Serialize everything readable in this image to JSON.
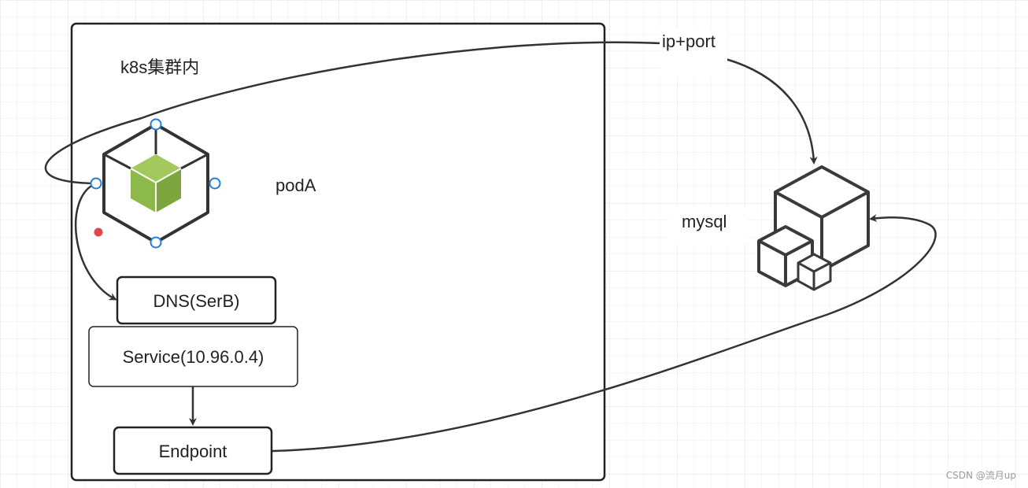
{
  "diagram": {
    "cluster_label": "k8s集群内",
    "pod_label": "podA",
    "dns_label": "DNS(SerB)",
    "service_label": "Service(10.96.0.4)",
    "endpoint_label": "Endpoint",
    "db_label": "mysql",
    "edge_label": "ip+port",
    "watermark": "CSDN @流月up",
    "colors": {
      "cube_green": "#8db84a",
      "selection_handle": "#1f7fd6",
      "marker_red": "#e04848",
      "stroke": "#333333",
      "grid": "#e6e6e6"
    },
    "icons": {
      "pod": "cube-icon",
      "database": "server-cubes-icon"
    }
  }
}
